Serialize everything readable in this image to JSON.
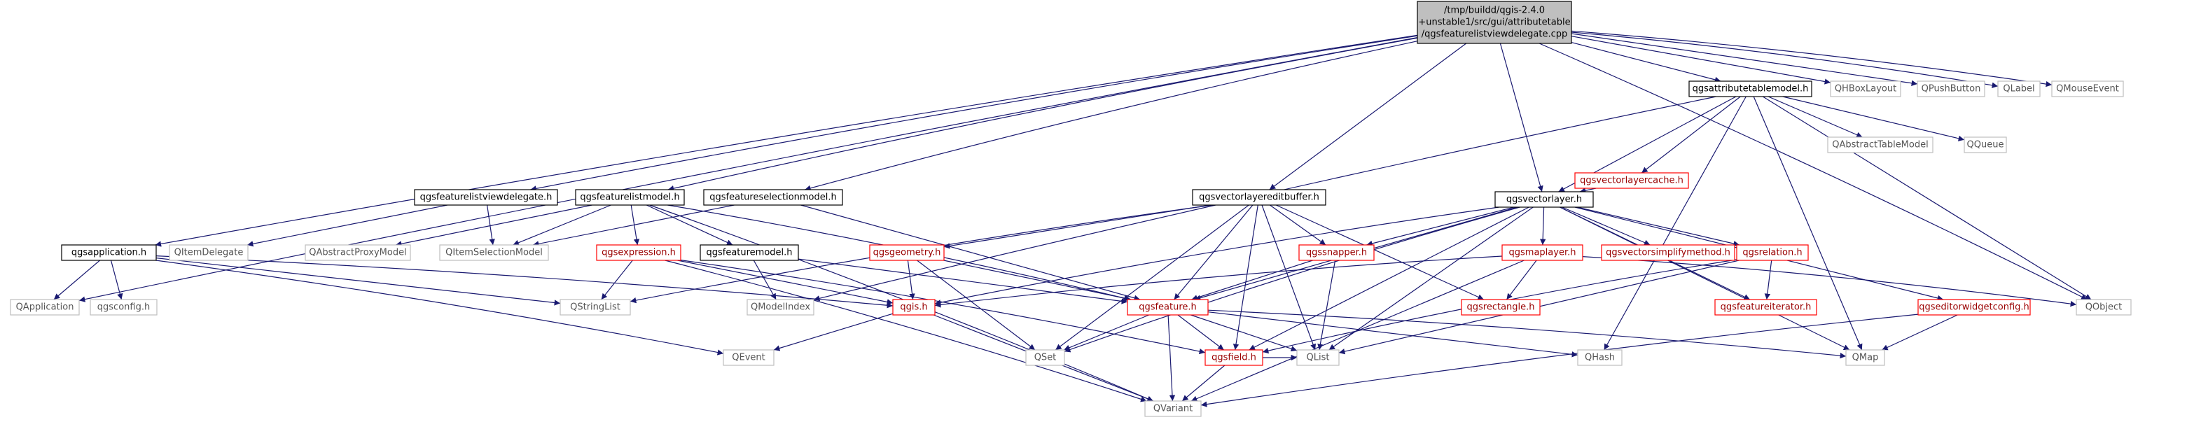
{
  "colors": {
    "edge": "#191970",
    "root_fill": "#bfbfbf",
    "root_border": "#000000",
    "documented_border": "#000000",
    "documented_fill": "#ffffff",
    "link_border": "#ff0000",
    "link_text": "#9a0000",
    "external_border": "#bfbfbf",
    "external_text": "#555555",
    "text": "#000000"
  },
  "nodes": [
    {
      "id": "root",
      "kind": "root",
      "lines": [
        "/tmp/buildd/qgis-2.4.0",
        "+unstable1/src/gui/attributetable",
        "/qgsfeaturelistviewdelegate.cpp"
      ]
    },
    {
      "id": "attributetablemodel",
      "kind": "doc",
      "lines": [
        "qgsattributetablemodel.h"
      ]
    },
    {
      "id": "QHBoxLayout",
      "kind": "ext",
      "lines": [
        "QHBoxLayout"
      ]
    },
    {
      "id": "QPushButton",
      "kind": "ext",
      "lines": [
        "QPushButton"
      ]
    },
    {
      "id": "QLabel",
      "kind": "ext",
      "lines": [
        "QLabel"
      ]
    },
    {
      "id": "QMouseEvent",
      "kind": "ext",
      "lines": [
        "QMouseEvent"
      ]
    },
    {
      "id": "vectorlayercache",
      "kind": "link",
      "lines": [
        "qgsvectorlayercache.h"
      ]
    },
    {
      "id": "QAbstractTableModel",
      "kind": "ext",
      "lines": [
        "QAbstractTableModel"
      ]
    },
    {
      "id": "QQueue",
      "kind": "ext",
      "lines": [
        "QQueue"
      ]
    },
    {
      "id": "featurelistviewdelegate",
      "kind": "doc",
      "lines": [
        "qgsfeaturelistviewdelegate.h"
      ]
    },
    {
      "id": "featurelistmodel",
      "kind": "doc",
      "lines": [
        "qgsfeaturelistmodel.h"
      ]
    },
    {
      "id": "featureselectionmodel",
      "kind": "doc",
      "lines": [
        "qgsfeatureselectionmodel.h"
      ]
    },
    {
      "id": "vectorlayereditbuffer",
      "kind": "doc",
      "lines": [
        "qgsvectorlayereditbuffer.h"
      ]
    },
    {
      "id": "vectorlayer",
      "kind": "doc",
      "lines": [
        "qgsvectorlayer.h"
      ]
    },
    {
      "id": "application",
      "kind": "doc",
      "lines": [
        "qgsapplication.h"
      ]
    },
    {
      "id": "QItemDelegate",
      "kind": "ext",
      "lines": [
        "QItemDelegate"
      ]
    },
    {
      "id": "QAbstractProxyModel",
      "kind": "ext",
      "lines": [
        "QAbstractProxyModel"
      ]
    },
    {
      "id": "QItemSelectionModel",
      "kind": "ext",
      "lines": [
        "QItemSelectionModel"
      ]
    },
    {
      "id": "expression",
      "kind": "link",
      "lines": [
        "qgsexpression.h"
      ]
    },
    {
      "id": "featuremodel",
      "kind": "doc",
      "lines": [
        "qgsfeaturemodel.h"
      ]
    },
    {
      "id": "geometry",
      "kind": "link",
      "lines": [
        "qgsgeometry.h"
      ]
    },
    {
      "id": "snapper",
      "kind": "link",
      "lines": [
        "qgssnapper.h"
      ]
    },
    {
      "id": "maplayer",
      "kind": "link",
      "lines": [
        "qgsmaplayer.h"
      ]
    },
    {
      "id": "vectorsimplifymethod",
      "kind": "link",
      "lines": [
        "qgsvectorsimplifymethod.h"
      ]
    },
    {
      "id": "relation",
      "kind": "link",
      "lines": [
        "qgsrelation.h"
      ]
    },
    {
      "id": "QApplication",
      "kind": "ext",
      "lines": [
        "QApplication"
      ]
    },
    {
      "id": "config",
      "kind": "ext",
      "lines": [
        "qgsconfig.h"
      ]
    },
    {
      "id": "QStringList",
      "kind": "ext",
      "lines": [
        "QStringList"
      ]
    },
    {
      "id": "QModelIndex",
      "kind": "ext",
      "lines": [
        "QModelIndex"
      ]
    },
    {
      "id": "qgis",
      "kind": "link",
      "lines": [
        "qgis.h"
      ]
    },
    {
      "id": "feature",
      "kind": "link",
      "lines": [
        "qgsfeature.h"
      ]
    },
    {
      "id": "rectangle",
      "kind": "link",
      "lines": [
        "qgsrectangle.h"
      ]
    },
    {
      "id": "featureiterator",
      "kind": "link",
      "lines": [
        "qgsfeatureiterator.h"
      ]
    },
    {
      "id": "editorwidgetconfig",
      "kind": "link",
      "lines": [
        "qgseditorwidgetconfig.h"
      ]
    },
    {
      "id": "QObject",
      "kind": "ext",
      "lines": [
        "QObject"
      ]
    },
    {
      "id": "QEvent",
      "kind": "ext",
      "lines": [
        "QEvent"
      ]
    },
    {
      "id": "QSet",
      "kind": "ext",
      "lines": [
        "QSet"
      ]
    },
    {
      "id": "field",
      "kind": "link",
      "lines": [
        "qgsfield.h"
      ]
    },
    {
      "id": "QList",
      "kind": "ext",
      "lines": [
        "QList"
      ]
    },
    {
      "id": "QHash",
      "kind": "ext",
      "lines": [
        "QHash"
      ]
    },
    {
      "id": "QMap",
      "kind": "ext",
      "lines": [
        "QMap"
      ]
    },
    {
      "id": "QVariant",
      "kind": "ext",
      "lines": [
        "QVariant"
      ]
    }
  ],
  "edges": [
    [
      "root",
      "attributetablemodel"
    ],
    [
      "root",
      "QHBoxLayout"
    ],
    [
      "root",
      "QPushButton"
    ],
    [
      "root",
      "QLabel"
    ],
    [
      "root",
      "QMouseEvent"
    ],
    [
      "root",
      "QObject"
    ],
    [
      "root",
      "vectorlayer"
    ],
    [
      "root",
      "vectorlayereditbuffer"
    ],
    [
      "root",
      "featureselectionmodel"
    ],
    [
      "root",
      "featurelistmodel"
    ],
    [
      "root",
      "featurelistviewdelegate"
    ],
    [
      "root",
      "application"
    ],
    [
      "root",
      "QApplication"
    ],
    [
      "attributetablemodel",
      "vectorlayercache"
    ],
    [
      "attributetablemodel",
      "vectorlayer"
    ],
    [
      "attributetablemodel",
      "QAbstractTableModel"
    ],
    [
      "attributetablemodel",
      "QQueue"
    ],
    [
      "attributetablemodel",
      "QObject"
    ],
    [
      "attributetablemodel",
      "QModelIndex"
    ],
    [
      "attributetablemodel",
      "QHash"
    ],
    [
      "attributetablemodel",
      "QMap"
    ],
    [
      "vectorlayercache",
      "vectorlayer"
    ],
    [
      "featurelistviewdelegate",
      "QItemDelegate"
    ],
    [
      "featurelistviewdelegate",
      "QItemSelectionModel"
    ],
    [
      "featurelistmodel",
      "QAbstractProxyModel"
    ],
    [
      "featurelistmodel",
      "QItemSelectionModel"
    ],
    [
      "featurelistmodel",
      "expression"
    ],
    [
      "featurelistmodel",
      "featuremodel"
    ],
    [
      "featurelistmodel",
      "feature"
    ],
    [
      "featurelistmodel",
      "QVariant"
    ],
    [
      "featureselectionmodel",
      "QItemSelectionModel"
    ],
    [
      "featureselectionmodel",
      "feature"
    ],
    [
      "vectorlayereditbuffer",
      "geometry"
    ],
    [
      "vectorlayereditbuffer",
      "snapper"
    ],
    [
      "vectorlayereditbuffer",
      "feature"
    ],
    [
      "vectorlayereditbuffer",
      "field"
    ],
    [
      "vectorlayereditbuffer",
      "QList"
    ],
    [
      "vectorlayereditbuffer",
      "QSet"
    ],
    [
      "vectorlayereditbuffer",
      "QStringList"
    ],
    [
      "vectorlayereditbuffer",
      "rectangle"
    ],
    [
      "vectorlayer",
      "maplayer"
    ],
    [
      "vectorlayer",
      "vectorsimplifymethod"
    ],
    [
      "vectorlayer",
      "relation"
    ],
    [
      "vectorlayer",
      "editorwidgetconfig"
    ],
    [
      "vectorlayer",
      "snapper"
    ],
    [
      "vectorlayer",
      "feature"
    ],
    [
      "vectorlayer",
      "featureiterator"
    ],
    [
      "vectorlayer",
      "qgis"
    ],
    [
      "vectorlayer",
      "QSet"
    ],
    [
      "vectorlayer",
      "QList"
    ],
    [
      "vectorlayer",
      "field"
    ],
    [
      "vectorlayer",
      "QMap"
    ],
    [
      "application",
      "QApplication"
    ],
    [
      "application",
      "config"
    ],
    [
      "application",
      "QStringList"
    ],
    [
      "application",
      "QEvent"
    ],
    [
      "application",
      "qgis"
    ],
    [
      "expression",
      "QStringList"
    ],
    [
      "expression",
      "QVariant"
    ],
    [
      "expression",
      "field"
    ],
    [
      "expression",
      "qgis"
    ],
    [
      "featuremodel",
      "QModelIndex"
    ],
    [
      "featuremodel",
      "feature"
    ],
    [
      "geometry",
      "qgis"
    ],
    [
      "geometry",
      "QSet"
    ],
    [
      "geometry",
      "feature"
    ],
    [
      "snapper",
      "feature"
    ],
    [
      "snapper",
      "QList"
    ],
    [
      "maplayer",
      "qgis"
    ],
    [
      "maplayer",
      "rectangle"
    ],
    [
      "maplayer",
      "QObject"
    ],
    [
      "maplayer",
      "QVariant"
    ],
    [
      "relation",
      "featureiterator"
    ],
    [
      "relation",
      "field"
    ],
    [
      "relation",
      "QList"
    ],
    [
      "editorwidgetconfig",
      "QMap"
    ],
    [
      "editorwidgetconfig",
      "QVariant"
    ],
    [
      "qgis",
      "QEvent"
    ],
    [
      "qgis",
      "QVariant"
    ],
    [
      "feature",
      "QSet"
    ],
    [
      "feature",
      "field"
    ],
    [
      "feature",
      "QList"
    ],
    [
      "feature",
      "QHash"
    ],
    [
      "feature",
      "QMap"
    ],
    [
      "feature",
      "QVariant"
    ],
    [
      "field",
      "QVariant"
    ],
    [
      "field",
      "QList"
    ]
  ]
}
